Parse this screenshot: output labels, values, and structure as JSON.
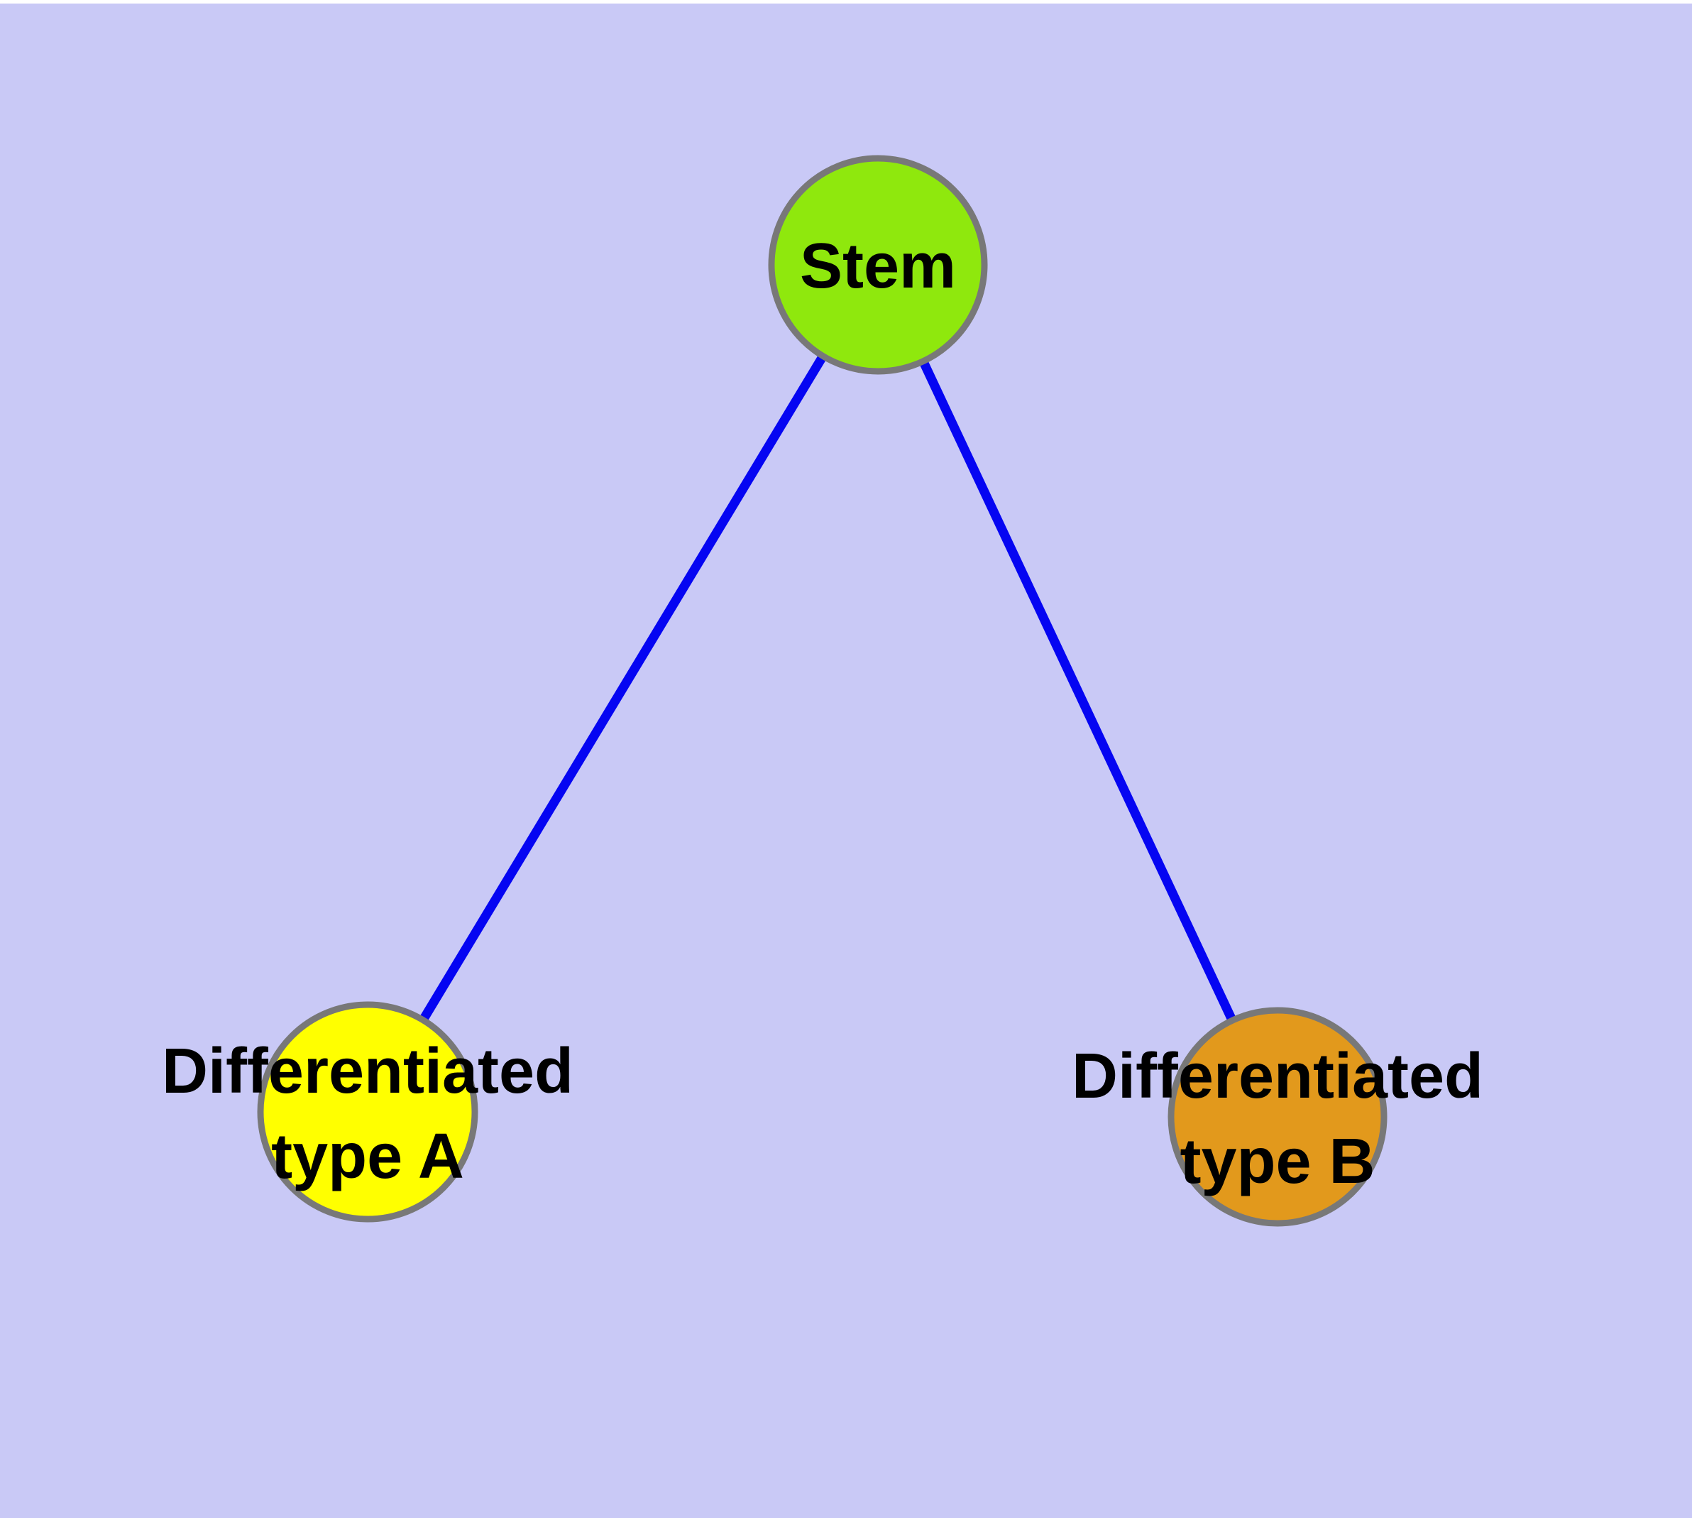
{
  "diagram": {
    "title": "stem-cell-differentiation-graph",
    "background_color": "#C9C9F6",
    "top_strip_color": "#FFFFFF",
    "edge_color": "#0505F2",
    "edge_width": "13",
    "node_border_color": "#787878",
    "text_color": "#000000",
    "nodes": [
      {
        "id": "stem",
        "label": "Stem",
        "fill": "#8FE80D"
      },
      {
        "id": "differentiated-type-a",
        "label_line1": "Differentiated",
        "label_line2": "type A",
        "fill": "#FFFF00"
      },
      {
        "id": "differentiated-type-b",
        "label_line1": "Differentiated",
        "label_line2": "type B",
        "fill": "#E2991C"
      }
    ],
    "edges": [
      {
        "from": "stem",
        "to": "differentiated-type-a"
      },
      {
        "from": "stem",
        "to": "differentiated-type-b"
      }
    ]
  }
}
